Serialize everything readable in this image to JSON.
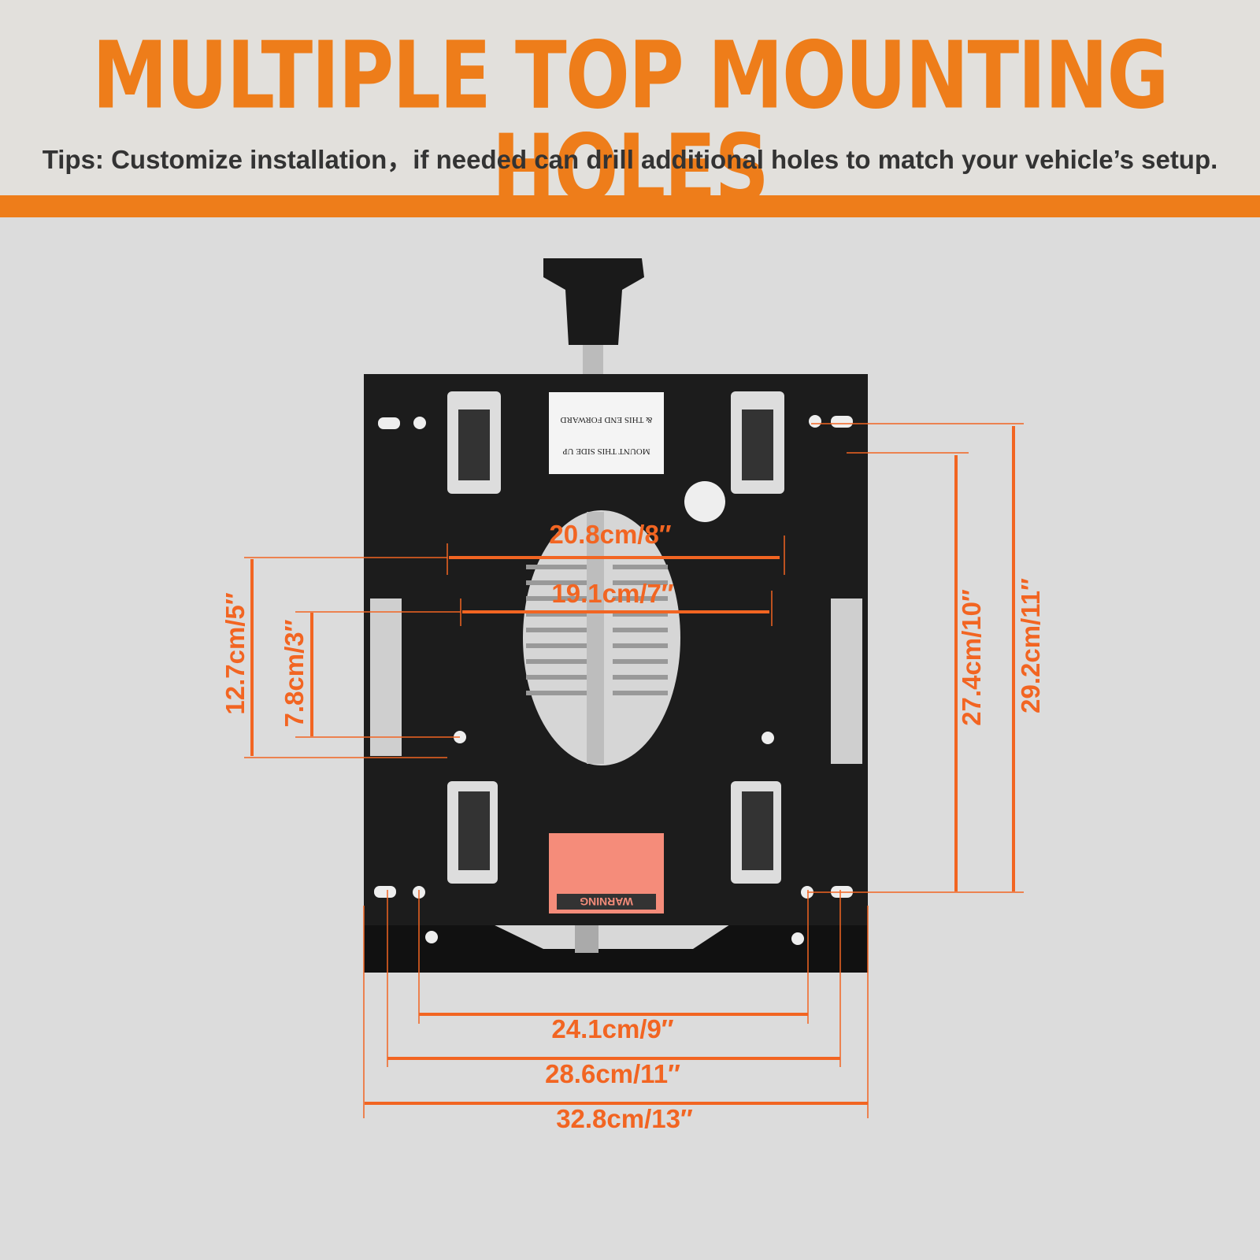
{
  "header": {
    "title": "MULTIPLE TOP MOUNTING HOLES",
    "tips": "Tips: Customize installation，if needed can drill additional holes to match your vehicle’s setup."
  },
  "product": {
    "sticker_top_line1": "& THIS END FORWARD",
    "sticker_top_line2": "MOUNT THIS SIDE UP",
    "sticker_warning": "WARNING"
  },
  "dimensions": {
    "inner_top": "20.8cm/8″",
    "inner_second": "19.1cm/7″",
    "bottom_inner": "24.1cm/9″",
    "bottom_middle": "28.6cm/11″",
    "bottom_outer": "32.8cm/13″",
    "left_outer": "12.7cm/5″",
    "left_inner": "7.8cm/3″",
    "right_inner": "27.4cm/10″",
    "right_outer": "29.2cm/11″"
  },
  "colors": {
    "accent": "#ee7d1a",
    "dimension": "#f26522",
    "plate": "#1c1c1c"
  }
}
